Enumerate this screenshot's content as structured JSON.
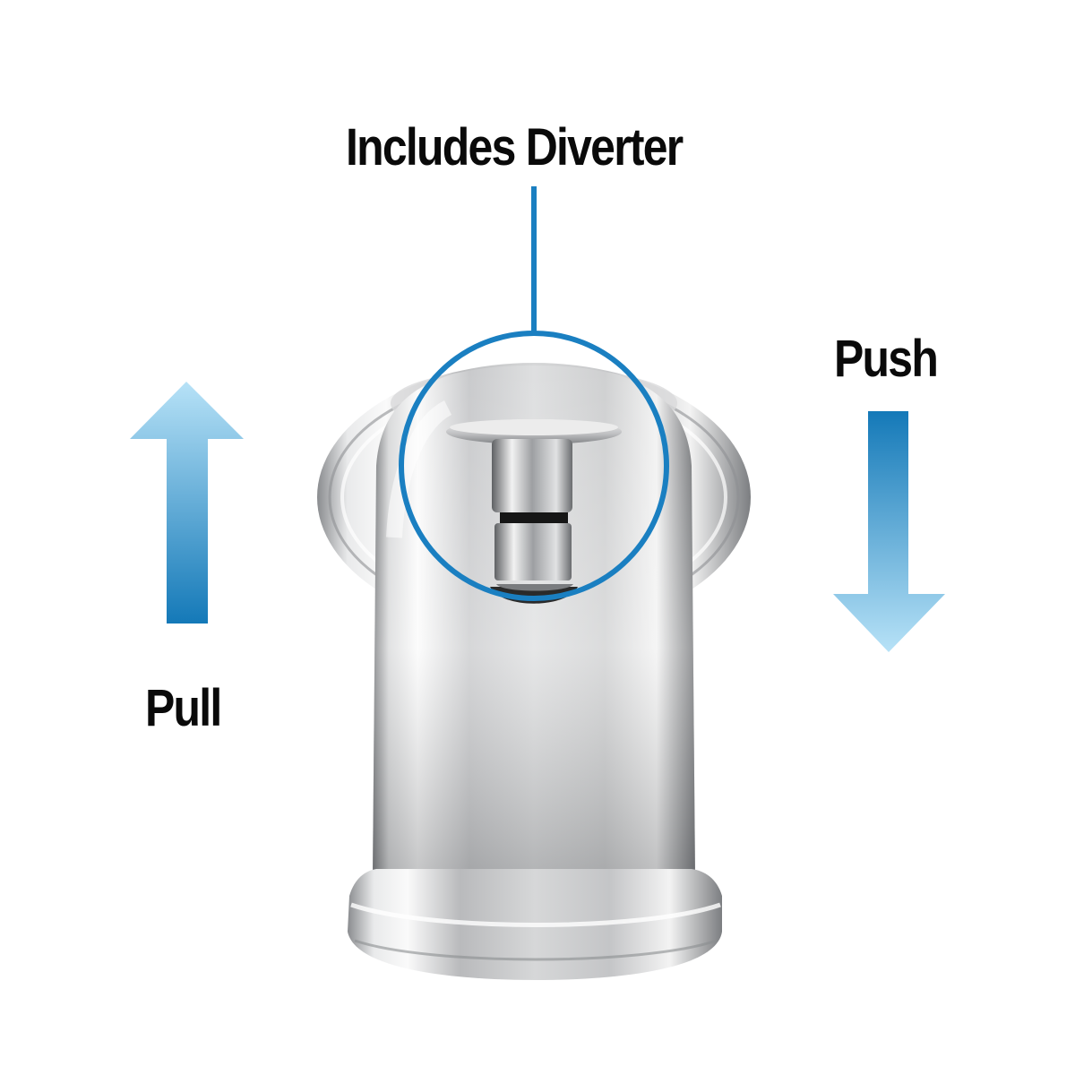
{
  "callout": {
    "title": "Includes Diverter"
  },
  "actions": {
    "push_label": "Push",
    "pull_label": "Pull"
  },
  "icons": {
    "up_arrow": "arrow-up-icon",
    "down_arrow": "arrow-down-icon"
  },
  "colors": {
    "accent_blue": "#1a7fc1",
    "arrow_dark": "#1479b8",
    "arrow_light": "#b7e2f7",
    "label_text": "#0a0a0a",
    "background": "#ffffff"
  }
}
